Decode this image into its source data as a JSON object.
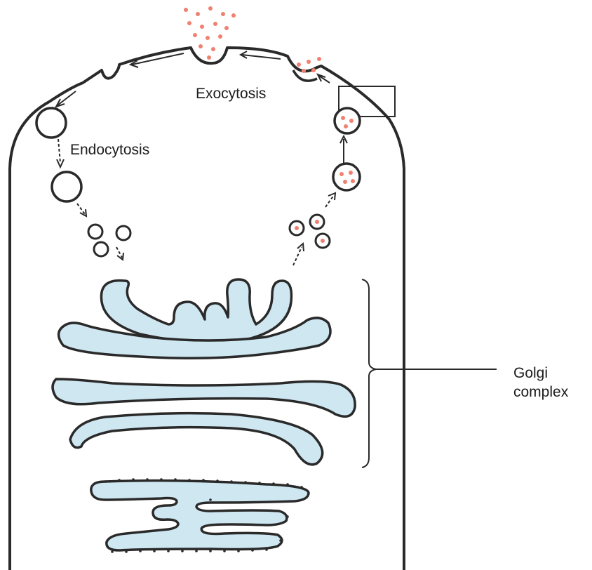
{
  "labels": {
    "exocytosis": "Exocytosis",
    "endocytosis": "Endocytosis",
    "golgi_line1": "Golgi",
    "golgi_line2": "complex"
  },
  "colors": {
    "outline": "#2a2a2a",
    "cisterna_fill": "#cfe7f1",
    "secretory_dot": "#f08070"
  }
}
